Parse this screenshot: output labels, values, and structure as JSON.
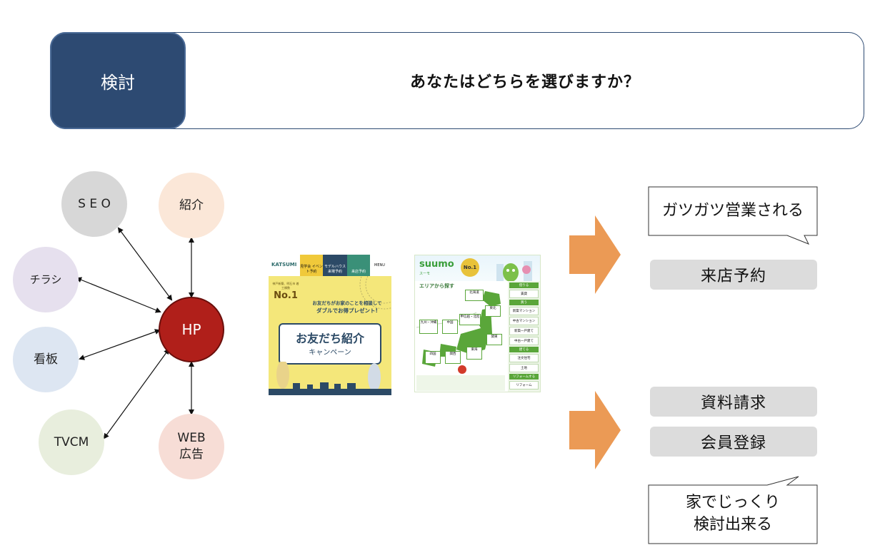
{
  "header": {
    "tag": "検討",
    "question": "あなたはどちらを選びますか？"
  },
  "network": {
    "center": "HP",
    "nodes": {
      "seo": "S E O",
      "shokai": "紹介",
      "chirashi": "チラシ",
      "kanban": "看板",
      "tvcm": "TVCM",
      "web_line1": "WEB",
      "web_line2": "広告"
    }
  },
  "katsumi": {
    "logo": "KATSUMI",
    "nav": [
      "見学会 イベント予約",
      "モデルハウス 来場予約",
      "来店予約"
    ],
    "menu": "MENU",
    "badge_small": "神戸新築、明石市 着工棟数",
    "badge_no1": "No.1",
    "promo_line1": "お友だちがお家のことを相談して",
    "promo_line2": "ダブルでお得プレゼント!",
    "campaign_title": "お友だち紹介",
    "campaign_sub": "キャンペーン"
  },
  "suumo": {
    "logo": "suumo",
    "logo_sub": "スーモ",
    "badge": "No.1",
    "area_title": "エリアから探す",
    "regions": [
      "北海道",
      "東北",
      "甲信越・北陸",
      "関東",
      "九州・沖縄",
      "中国",
      "四国",
      "関西",
      "東海"
    ],
    "side_buttons": [
      "借りる",
      "賃貸",
      "買う",
      "新築マンション",
      "中古マンション",
      "新築一戸建て",
      "中古一戸建て",
      "建てる",
      "注文住宅",
      "土地",
      "リフォームする",
      "リフォーム"
    ]
  },
  "right": {
    "callout_top": "ガツガツ営業される",
    "pill_visit": "来店予約",
    "pill_docs": "資料請求",
    "pill_member": "会員登録",
    "callout_bottom_line1": "家でじっくり",
    "callout_bottom_line2": "検討出来る"
  },
  "colors": {
    "navy": "#2d4a72",
    "hp_red": "#b01f1a",
    "arrow_orange": "#eb9a55",
    "pill_gray": "#dcdcdc",
    "seo": "#d7d7d7",
    "shokai": "#fbe7d8",
    "chirashi": "#e6e0ee",
    "kanban": "#dde6f2",
    "tvcm": "#e8eedd",
    "web": "#f7ddd6"
  }
}
